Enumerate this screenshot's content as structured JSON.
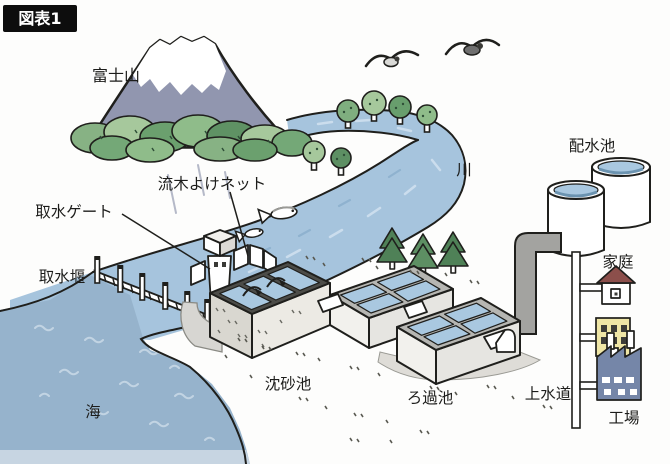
{
  "figure_badge": "図表1",
  "labels": {
    "mount_fuji": "富士山",
    "river": "川",
    "sea": "海",
    "driftwood_net": "流木よけネット",
    "intake_gate": "取水ゲート",
    "intake_weir": "取水堰",
    "settling_basin": "沈砂池",
    "filtration_basin": "ろ過池",
    "water_supply": "上水道",
    "distribution_reservoir": "配水池",
    "home": "家庭",
    "factory": "工場"
  },
  "colors": {
    "river": "#a6c4dd",
    "sea": "#96b3cc",
    "shallow_band": "#c7d5e2",
    "mountain": "#9196af",
    "snow": "#ffffff",
    "tree_light": "#a6c89c",
    "tree_mid": "#7fae7f",
    "tree_dark": "#5d8f63",
    "basin_water": "#a9c8e0",
    "concrete": "#f1f0ec",
    "pipe_gray": "#a3a3a0",
    "roof_red": "#8c4f4b",
    "building_yellow": "#efe6a6",
    "factory_blue": "#7586a8",
    "outline": "#1f1f1c",
    "badge_bg": "#0d0d0d"
  }
}
